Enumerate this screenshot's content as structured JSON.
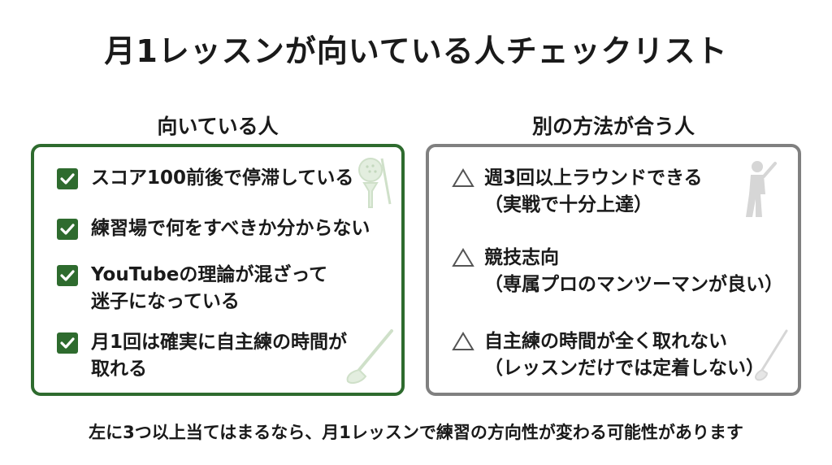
{
  "title": "月1レッスンが向いている人チェックリスト",
  "left": {
    "heading": "向いている人",
    "items": [
      {
        "lines": [
          "スコア100前後で停滞している"
        ]
      },
      {
        "lines": [
          "練習場で何をすべきか分からない"
        ]
      },
      {
        "lines": [
          "YouTubeの理論が混ざって",
          "迷子になっている"
        ]
      },
      {
        "lines": [
          "月1回は確実に自主練の時間が",
          "取れる"
        ]
      }
    ],
    "icon": "checkbox-icon"
  },
  "right": {
    "heading": "別の方法が合う人",
    "items": [
      {
        "lines": [
          "週3回以上ラウンドできる",
          "（実戦で十分上達）"
        ]
      },
      {
        "lines": [
          "競技志向",
          "（専属プロのマンツーマンが良い）"
        ]
      },
      {
        "lines": [
          "自主練の時間が全く取れない",
          "（レッスンだけでは定着しない）"
        ]
      }
    ],
    "icon": "triangle-icon"
  },
  "footer": "左に3つ以上当てはまるなら、月1レッスンで練習の方向性が変わる可能性があります",
  "colors": {
    "green": "#2e6b2e",
    "gray": "#808080",
    "deco_green": "#cfe0c9",
    "deco_gray": "#d6d6d6"
  }
}
